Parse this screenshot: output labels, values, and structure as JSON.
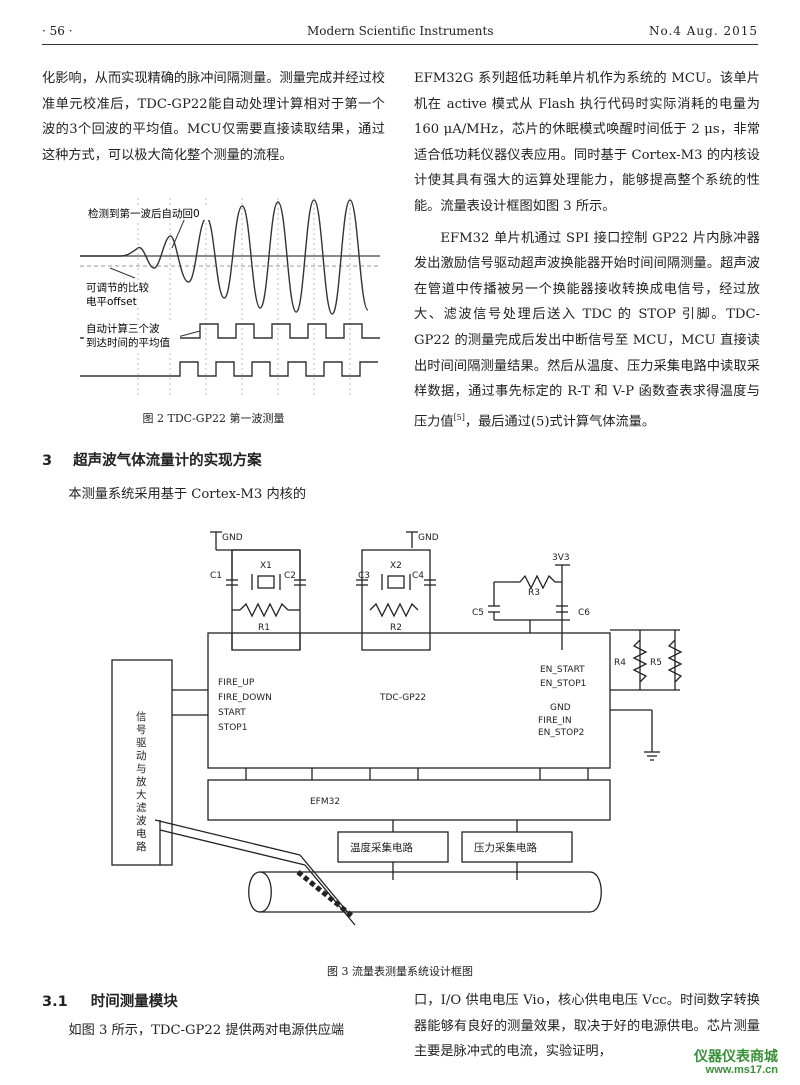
{
  "header": {
    "page_no": "· 56 ·",
    "journal": "Modern Scientific Instruments",
    "issue": "No.4 Aug. 2015"
  },
  "left_col": {
    "para1": "化影响，从而实现精确的脉冲间隔测量。测量完成并经过校准单元校准后，TDC-GP22能自动处理计算相对于第一个波的3个回波的平均值。MCU仅需要直接读取结果，通过这种方式，可以极大简化整个测量的流程。",
    "fig2_labels": {
      "detect": "检测到第一波后自动回0",
      "offset1": "可调节的比较",
      "offset2": "电平offset",
      "avg1": "自动计算三个波",
      "avg2": "到达时间的平均值"
    },
    "fig2_caption": "图 2   TDC-GP22 第一波测量",
    "sec3_num": "3",
    "sec3_title": "超声波气体流量计的实现方案",
    "para2": "本测量系统采用基于 Cortex-M3 内核的"
  },
  "right_col": {
    "para1": "EFM32G 系列超低功耗单片机作为系统的 MCU。该单片机在 active 模式从 Flash 执行代码时实际消耗的电量为 160 μA/MHz，芯片的休眠模式唤醒时间低于  2 μs，非常适合低功耗仪器仪表应用。同时基于 Cortex-M3 的内核设计使其具有强大的运算处理能力，能够提高整个系统的性能。流量表设计框图如图 3 所示。",
    "para2": "EFM32 单片机通过 SPI 接口控制 GP22 片内脉冲器发出激励信号驱动超声波换能器开始时间间隔测量。超声波在管道中传播被另一个换能器接收转换成电信号，经过放大、滤波信号处理后送入 TDC 的 STOP 引脚。TDC-GP22 的测量完成后发出中断信号至 MCU，MCU 直接读出时间间隔测量结果。然后从温度、压力采集电路中读取采样数据，通过事先标定的 R-T 和 V-P 函数查表求得温度与压力值",
    "cite": "[5]",
    "para2_tail": "，最后通过(5)式计算气体流量。"
  },
  "fig3": {
    "caption": "图 3   流量表测量系统设计框图",
    "gnd": "GND",
    "v33": "3V3",
    "x1": "X1",
    "x2": "X2",
    "c1": "C1",
    "c2": "C2",
    "c3": "C3",
    "c4": "C4",
    "c5": "C5",
    "c6": "C6",
    "r1": "R1",
    "r2": "R2",
    "r3": "R3",
    "r4": "R4",
    "r5": "R5",
    "tdc": "TDC-GP22",
    "efm": "EFM32",
    "fire_up": "FIRE_UP",
    "fire_down": "FIRE_DOWN",
    "start": "START",
    "stop1": "STOP1",
    "en_start": "EN_START",
    "en_stop1": "EN_STOP1",
    "gnd_pin": "GND",
    "fire_in": "FIRE_IN",
    "en_stop2": "EN_STOP2",
    "sig": [
      "信",
      "号",
      "驱",
      "动",
      "与",
      "放",
      "大",
      "滤",
      "波",
      "电",
      "路"
    ],
    "temp": "温度采集电路",
    "press": "压力采集电路"
  },
  "sec31": {
    "num": "3.1",
    "title": "时间测量模块"
  },
  "bottom": {
    "left": "如图 3 所示，TDC-GP22 提供两对电源供应端",
    "right": "口，I/O 供电电压 Vio，核心供电电压 Vcc。时间数字转换器能够有良好的测量效果，取决于好的电源供电。芯片测量主要是脉冲式的电流，实验证明，"
  },
  "watermark": {
    "cn": "仪器仪表商城",
    "url": "www.ms17.cn"
  }
}
